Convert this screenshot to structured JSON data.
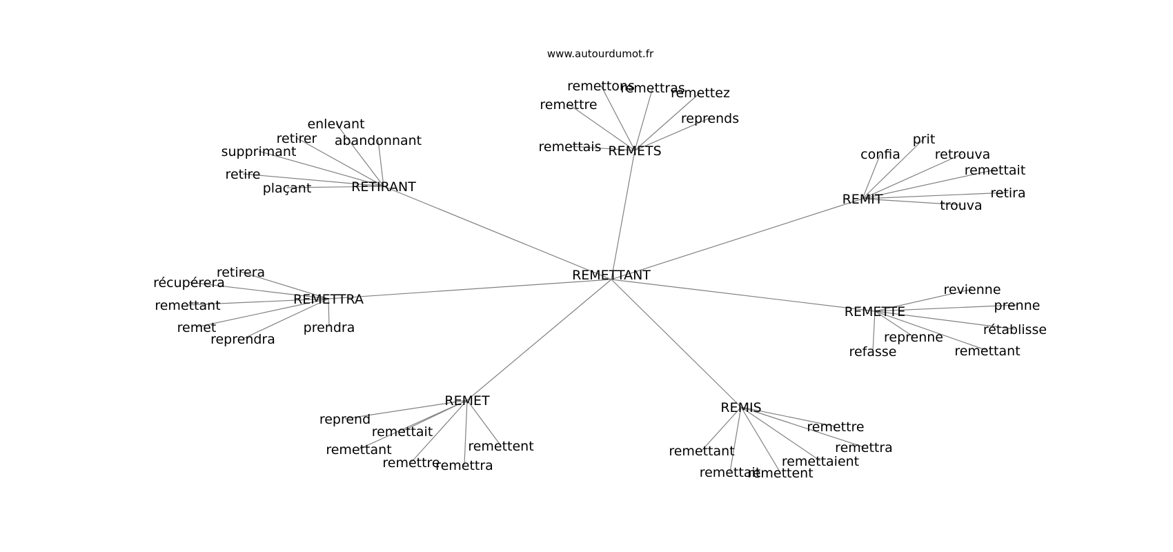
{
  "site": "www.autourdumot.fr",
  "colors": {
    "edge": "#808080",
    "text": "#000000",
    "background": "#ffffff"
  },
  "center": "REMETTANT",
  "groups": [
    {
      "hub": "REMETS",
      "leaves": [
        "remettons",
        "remettras",
        "remettez",
        "remettre",
        "reprends",
        "remettais"
      ]
    },
    {
      "hub": "RETIRANT",
      "leaves": [
        "enlevant",
        "retirer",
        "abandonnant",
        "supprimant",
        "retire",
        "plaçant"
      ]
    },
    {
      "hub": "REMIT",
      "leaves": [
        "prit",
        "confia",
        "retrouva",
        "remettait",
        "retira",
        "trouva"
      ]
    },
    {
      "hub": "REMETTRA",
      "leaves": [
        "retirera",
        "récupérera",
        "remettant",
        "remet",
        "reprendra",
        "prendra"
      ]
    },
    {
      "hub": "REMETTE",
      "leaves": [
        "revienne",
        "prenne",
        "rétablisse",
        "reprenne",
        "refasse",
        "remettant"
      ]
    },
    {
      "hub": "REMET",
      "leaves": [
        "reprend",
        "remettait",
        "remettant",
        "remettre",
        "remettra",
        "remettent"
      ]
    },
    {
      "hub": "REMIS",
      "leaves": [
        "remettre",
        "remettra",
        "remettaient",
        "remettant",
        "remettait",
        "remettent"
      ]
    }
  ]
}
